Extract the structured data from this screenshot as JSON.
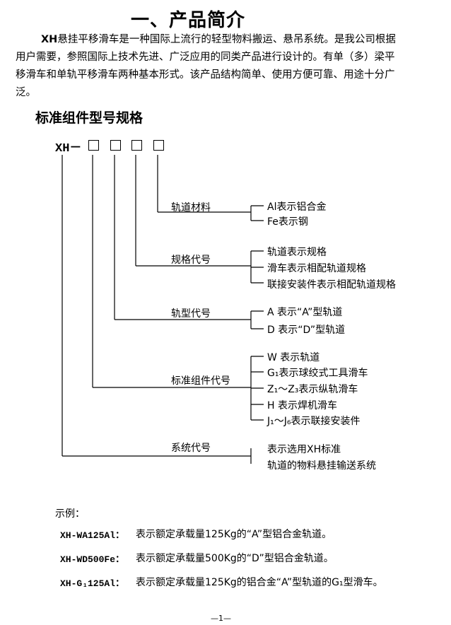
{
  "heading": "一、产品简介",
  "intro": {
    "line1_lead": "XH",
    "line1_rest": "悬挂平移滑车是一种国际上流行的轻型物料搬运、悬吊系统。是我公司根据",
    "line2": "用户需要，参照国际上技术先进、广泛应用的同类产品进行设计的。有单（多）梁平",
    "line3": "移滑车和单轨平移滑车两种基本形式。该产品结构简单、使用方便可靠、用途十分广",
    "line4": "泛。"
  },
  "spec_title": "标准组件型号规格",
  "model_code": "XH－",
  "groups": [
    {
      "label": "轨道材料",
      "options": [
        "Al表示铝合金",
        "Fe表示钢"
      ]
    },
    {
      "label": "规格代号",
      "options": [
        "轨道表示规格",
        "滑车表示相配轨道规格",
        "联接安装件表示相配轨道规格"
      ]
    },
    {
      "label": "轨型代号",
      "options": [
        "A 表示“A”型轨道",
        "D 表示“D”型轨道"
      ]
    },
    {
      "label": "标准组件代号",
      "options": [
        "W 表示轨道",
        "G₁表示球绞式工具滑车",
        "Z₁～Z₃表示纵轨滑车",
        "H 表示焊机滑车",
        "J₁～J₆表示联接安装件"
      ]
    },
    {
      "label": "系统代号",
      "options": [
        "表示选用XH标准",
        "轨道的物料悬挂输送系统"
      ]
    }
  ],
  "examples_title": "示例：",
  "examples": [
    {
      "code": "XH-WA125Al：",
      "text": "表示额定承载量125Kg的“A”型铝合金轨道。"
    },
    {
      "code": "XH-WD500Fe：",
      "text": "表示额定承载量500Kg的“D”型铝合金轨道。"
    },
    {
      "code": "XH-G₁125Al：",
      "text": "表示额定承载量125Kg的铝合金“A”型轨道的G₁型滑车。"
    }
  ],
  "page_number": "—1—"
}
